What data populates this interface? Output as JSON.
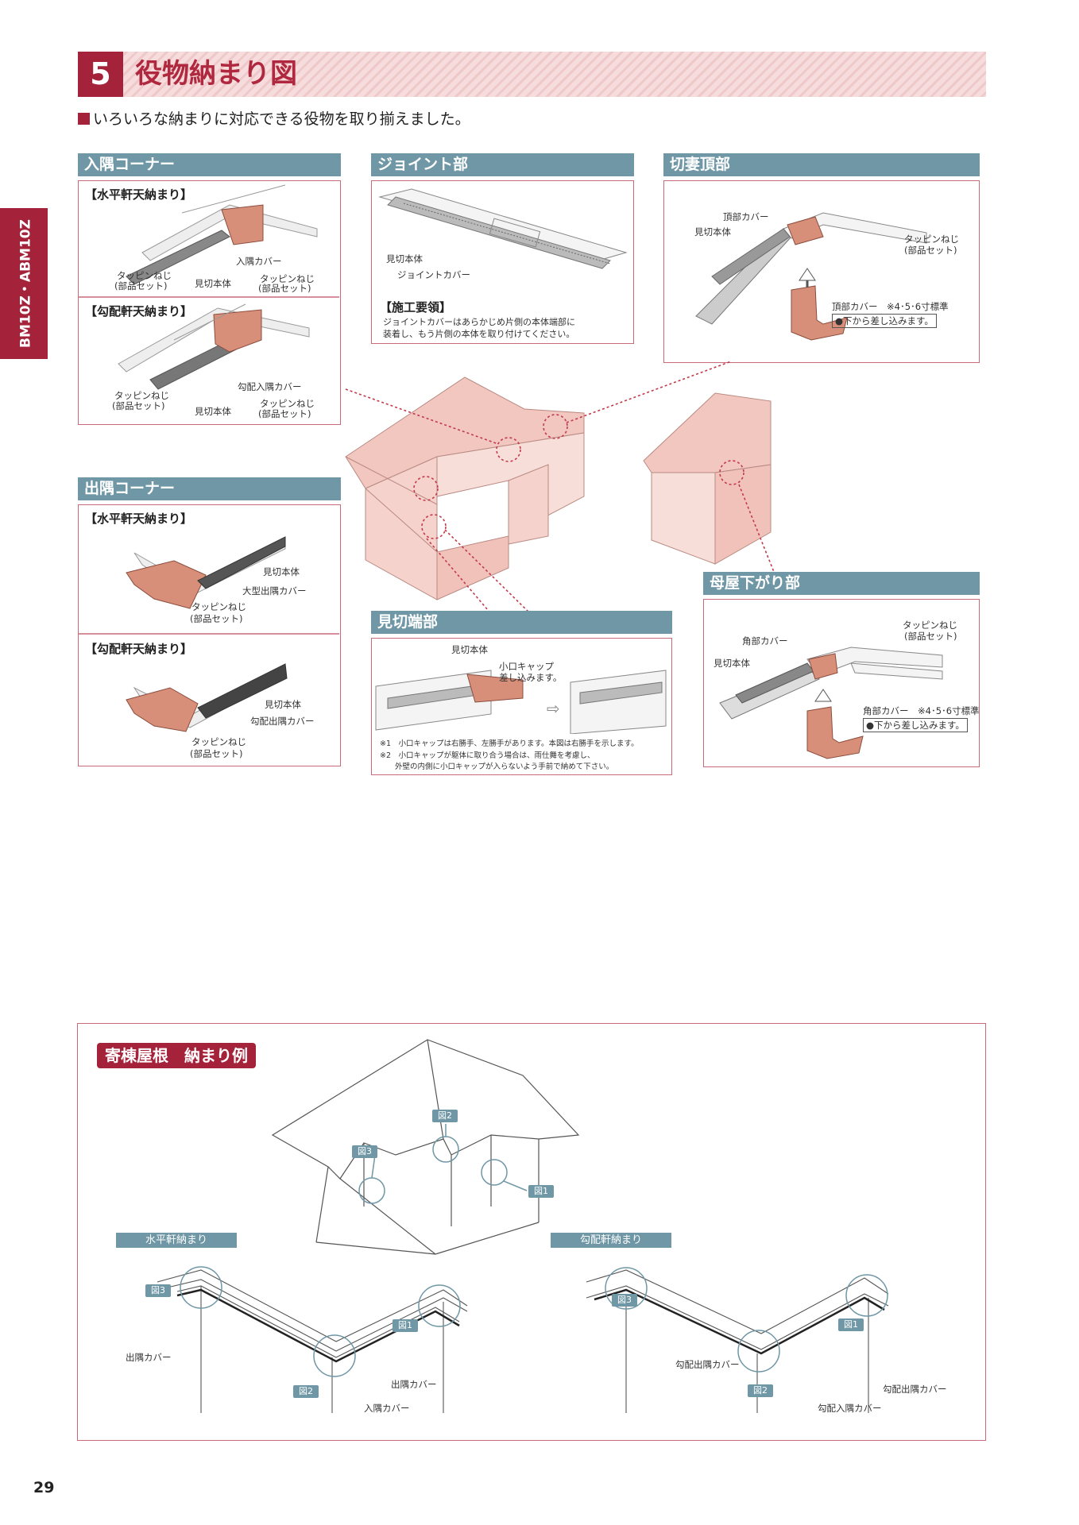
{
  "header": {
    "section_number": "5",
    "title": "役物納まり図",
    "intro": "いろいろな納まりに対応できる役物を取り揃えました。"
  },
  "side_tab": "BM10Z・ABM10Z",
  "irisumi": {
    "title": "入隅コーナー",
    "horizontal": {
      "subtitle": "【水平軒天納まり】",
      "labels": [
        "入隅カバー",
        "タッピンねじ",
        "(部品セット)",
        "見切本体",
        "タッピンねじ",
        "(部品セット)"
      ]
    },
    "slope": {
      "subtitle": "【勾配軒天納まり】",
      "labels": [
        "勾配入隅カバー",
        "タッピンねじ",
        "(部品セット)",
        "見切本体",
        "タッピンねじ",
        "(部品セット)"
      ]
    }
  },
  "joint": {
    "title": "ジョイント部",
    "labels": [
      "見切本体",
      "ジョイントカバー"
    ],
    "method_title": "【施工要領】",
    "method_text": [
      "ジョイントカバーはあらかじめ片側の本体端部に",
      "装着し、もう片側の本体を取り付けてください。"
    ]
  },
  "kirizuma": {
    "title": "切妻頂部",
    "labels": [
      "頂部カバー",
      "見切本体",
      "タッピンねじ",
      "(部品セット)",
      "頂部カバー　※4･5･6寸標準",
      "●下から差し込みます。"
    ]
  },
  "desumi": {
    "title": "出隅コーナー",
    "horizontal": {
      "subtitle": "【水平軒天納まり】",
      "labels": [
        "見切本体",
        "大型出隅カバー",
        "タッピンねじ",
        "(部品セット)"
      ]
    },
    "slope": {
      "subtitle": "【勾配軒天納まり】",
      "labels": [
        "見切本体",
        "勾配出隅カバー",
        "タッピンねじ",
        "(部品セット)"
      ]
    }
  },
  "mikiri_end": {
    "title": "見切端部",
    "labels": [
      "見切本体",
      "小口キャップ",
      "差し込みます。"
    ],
    "notes": [
      "※1　小口キャップは右勝手、左勝手があります。本図は右勝手を示します。",
      "※2　小口キャップが躯体に取り合う場合は、雨仕舞を考慮し、",
      "　　外壁の内側に小口キャップが入らないよう手前で納めて下さい。"
    ]
  },
  "moya": {
    "title": "母屋下がり部",
    "labels": [
      "タッピンねじ",
      "(部品セット)",
      "角部カバー",
      "見切本体",
      "角部カバー　※4･5･6寸標準",
      "●下から差し込みます。"
    ]
  },
  "example": {
    "title": "寄棟屋根　納まり例",
    "fig_tags": [
      "図2",
      "図3",
      "図1"
    ],
    "horizontal": {
      "title": "水平軒納まり",
      "labels": [
        "出隅カバー",
        "出隅カバー",
        "入隅カバー"
      ],
      "tags": [
        "図3",
        "図1",
        "図2"
      ]
    },
    "slope": {
      "title": "勾配軒納まり",
      "labels": [
        "勾配出隅カバー",
        "勾配出隅カバー",
        "勾配入隅カバー"
      ],
      "tags": [
        "図3",
        "図1",
        "図2"
      ]
    }
  },
  "page_number": "29",
  "colors": {
    "accent": "#a4233a",
    "bar": "#6f97a5",
    "panel_border": "#c96a7a",
    "house": "#f2c7c0"
  }
}
